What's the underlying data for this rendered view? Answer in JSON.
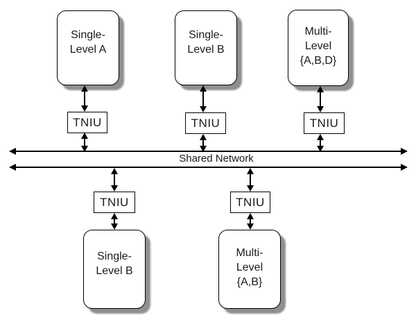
{
  "diagram": {
    "network_label": "Shared Network",
    "tniu_label": "TNIU",
    "nodes": [
      {
        "id": "single-level-a",
        "lines": [
          "Single-",
          "Level A"
        ]
      },
      {
        "id": "single-level-b-top",
        "lines": [
          "Single-",
          "Level B"
        ]
      },
      {
        "id": "multi-level-abd",
        "lines": [
          "Multi-",
          "Level",
          "{A,B,D}"
        ]
      },
      {
        "id": "single-level-b-bottom",
        "lines": [
          "Single-",
          "Level B"
        ]
      },
      {
        "id": "multi-level-ab",
        "lines": [
          "Multi-",
          "Level",
          "{A,B}"
        ]
      }
    ],
    "colors": {
      "line": "#000000",
      "box_fill": "#ffffff",
      "shadow": "#8f8f8f",
      "text": "#1a1a1a",
      "background": "#ffffff"
    }
  }
}
